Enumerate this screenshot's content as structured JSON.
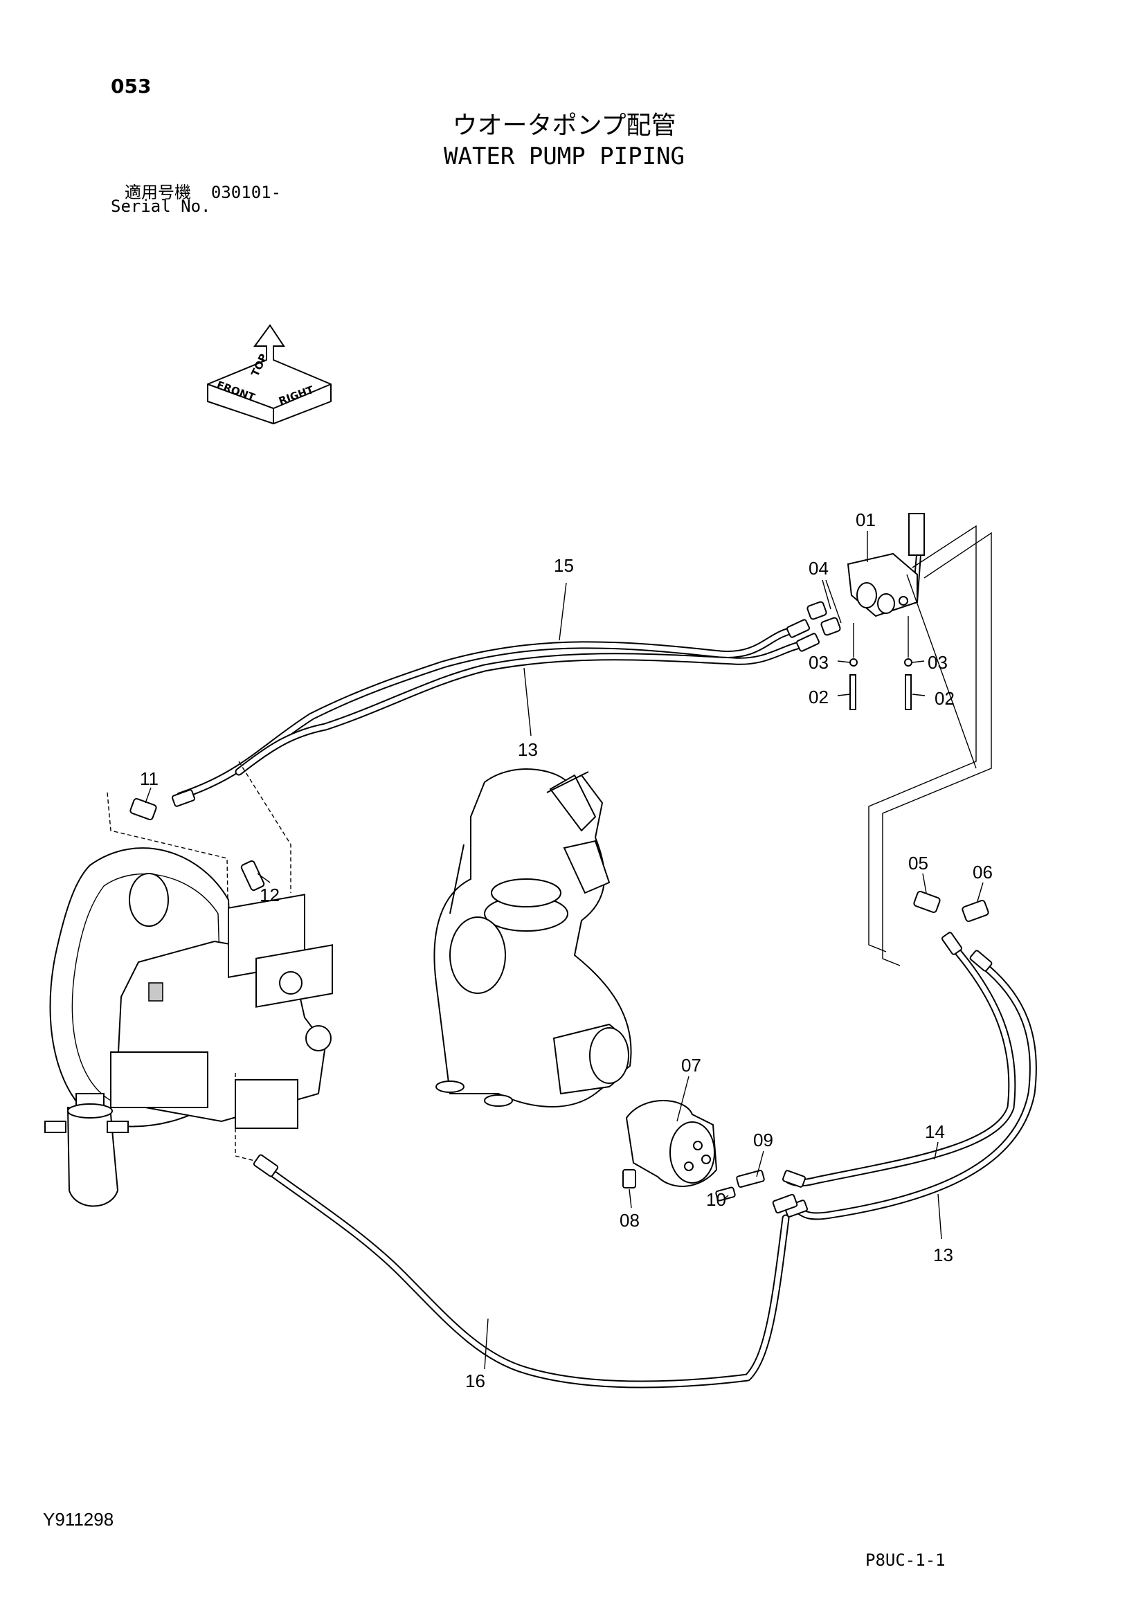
{
  "page_number": "053",
  "title_jp": "ウオータポンプ配管",
  "title_en": "WATER PUMP PIPING",
  "serial": {
    "label_jp": "適用号機",
    "value": "030101-",
    "label_en": "Serial No."
  },
  "orientation_icon": {
    "name": "top-front-right-orientation-icon",
    "words": [
      "TOP",
      "FRONT",
      "RIGHT"
    ]
  },
  "callouts": [
    "01",
    "04",
    "15",
    "03",
    "03",
    "02",
    "02",
    "13",
    "11",
    "12",
    "05",
    "06",
    "07",
    "14",
    "09",
    "10",
    "08",
    "13",
    "16"
  ],
  "footer": {
    "drawing_id": "Y911298",
    "page_code": "P8UC-1-1"
  }
}
